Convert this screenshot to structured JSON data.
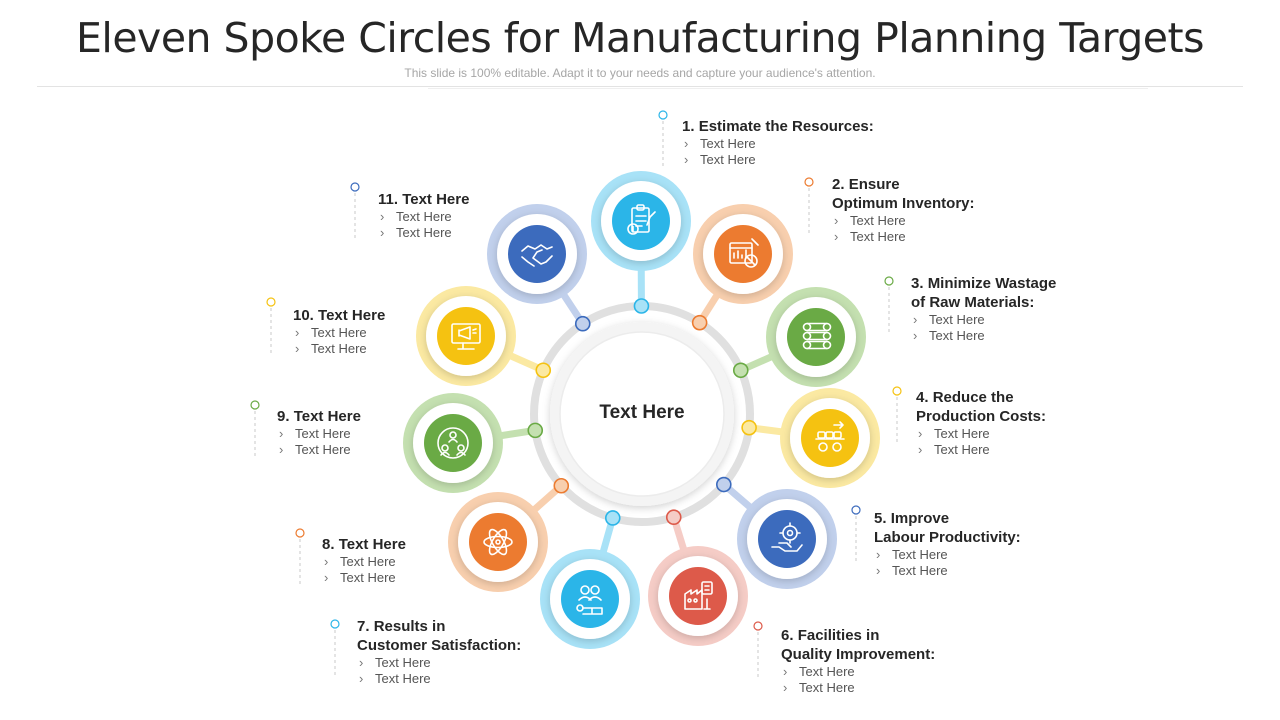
{
  "title": "Eleven Spoke Circles for Manufacturing Planning Targets",
  "subtitle": "This slide is 100% editable. Adapt it to your needs and capture your audience's attention.",
  "center_text": "Text Here",
  "items": [
    {
      "num": "1.",
      "heading_lines": [
        "Estimate the Resources:"
      ],
      "bullets": [
        "Text Here",
        "Text Here"
      ],
      "color": "#2bb5e8",
      "ring": "#a8e2f7",
      "icon": "clipboard-money-icon"
    },
    {
      "num": "2.",
      "heading_lines": [
        "Ensure",
        "Optimum Inventory:"
      ],
      "bullets": [
        "Text Here",
        "Text Here"
      ],
      "color": "#ec7b30",
      "ring": "#f8cfae",
      "icon": "inventory-chart-icon"
    },
    {
      "num": "3.",
      "heading_lines": [
        "Minimize Wastage",
        "of Raw Materials:"
      ],
      "bullets": [
        "Text Here",
        "Text Here"
      ],
      "color": "#6aaa45",
      "ring": "#c4e0b0",
      "icon": "material-rolls-icon"
    },
    {
      "num": "4.",
      "heading_lines": [
        "Reduce the",
        "Production Costs:"
      ],
      "bullets": [
        "Text Here",
        "Text Here"
      ],
      "color": "#f5c211",
      "ring": "#fbe9a2",
      "icon": "conveyor-gears-icon"
    },
    {
      "num": "5.",
      "heading_lines": [
        "Improve",
        "Labour Productivity:"
      ],
      "bullets": [
        "Text Here",
        "Text Here"
      ],
      "color": "#3c6bbd",
      "ring": "#c1d0ec",
      "icon": "hand-gear-icon"
    },
    {
      "num": "6.",
      "heading_lines": [
        "Facilities in",
        "Quality Improvement:"
      ],
      "bullets": [
        "Text Here",
        "Text Here"
      ],
      "color": "#dd5a4a",
      "ring": "#f5ccc6",
      "icon": "factory-quality-icon"
    },
    {
      "num": "7.",
      "heading_lines": [
        "Results in",
        "Customer Satisfaction:"
      ],
      "bullets": [
        "Text Here",
        "Text Here"
      ],
      "color": "#2bb5e8",
      "ring": "#a8e2f7",
      "icon": "customer-feedback-icon"
    },
    {
      "num": "8.",
      "heading_lines": [
        "Text Here"
      ],
      "bullets": [
        "Text Here",
        "Text Here"
      ],
      "color": "#ec7b30",
      "ring": "#f8cfae",
      "icon": "atom-icon"
    },
    {
      "num": "9.",
      "heading_lines": [
        "Text Here"
      ],
      "bullets": [
        "Text Here",
        "Text Here"
      ],
      "color": "#6aaa45",
      "ring": "#c4e0b0",
      "icon": "team-network-icon"
    },
    {
      "num": "10.",
      "heading_lines": [
        "Text Here"
      ],
      "bullets": [
        "Text Here",
        "Text Here"
      ],
      "color": "#f5c211",
      "ring": "#fbe9a2",
      "icon": "monitor-megaphone-icon"
    },
    {
      "num": "11.",
      "heading_lines": [
        "Text Here"
      ],
      "bullets": [
        "Text Here",
        "Text Here"
      ],
      "color": "#3c6bbd",
      "ring": "#c1d0ec",
      "icon": "handshake-icon"
    }
  ]
}
